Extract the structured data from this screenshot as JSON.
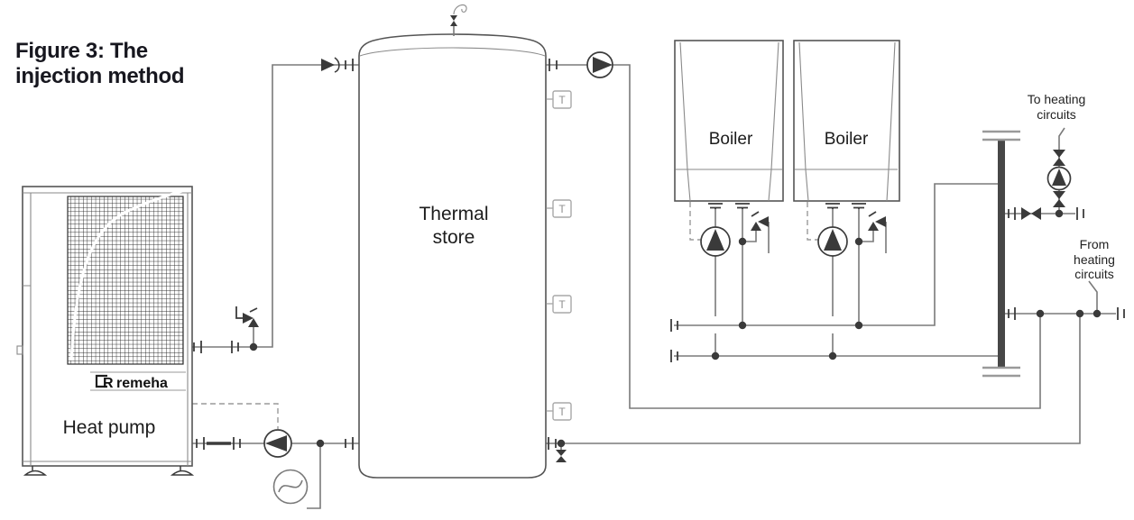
{
  "figure_title": {
    "line1": "Figure 3: The",
    "line2": "injection method"
  },
  "heat_pump": {
    "label": "Heat pump",
    "brand": "remeha",
    "brand_initial": "R"
  },
  "thermal_store": {
    "label_line1": "Thermal",
    "label_line2": "store",
    "sensor_label": "T",
    "sensor_count": 4
  },
  "boilers": {
    "boiler1_label": "Boiler",
    "boiler2_label": "Boiler"
  },
  "heating_circuits": {
    "to_line1": "To heating",
    "to_line2": "circuits",
    "from_line1": "From",
    "from_line2": "heating",
    "from_line3": "circuits"
  },
  "icons": {
    "pump": "circulation-pump-icon",
    "check_valve": "check-valve-icon",
    "relief_valve": "relief-valve-icon",
    "isolation_valve": "isolation-valve-icon",
    "drain_valve": "drain-valve-icon",
    "air_vent": "air-vent-icon",
    "flow_meter": "flow-meter-icon",
    "temperature_sensor": "temperature-sensor"
  },
  "colors": {
    "background": "#ffffff",
    "pipe": "#7a7a7a",
    "component_dark": "#3a3a3a",
    "title_text": "#17171f",
    "label_text": "#1c1c1c",
    "header_bar": "#474747",
    "sensor_box": "#a8a8a8",
    "fan_grille": "#2b2b2b"
  }
}
